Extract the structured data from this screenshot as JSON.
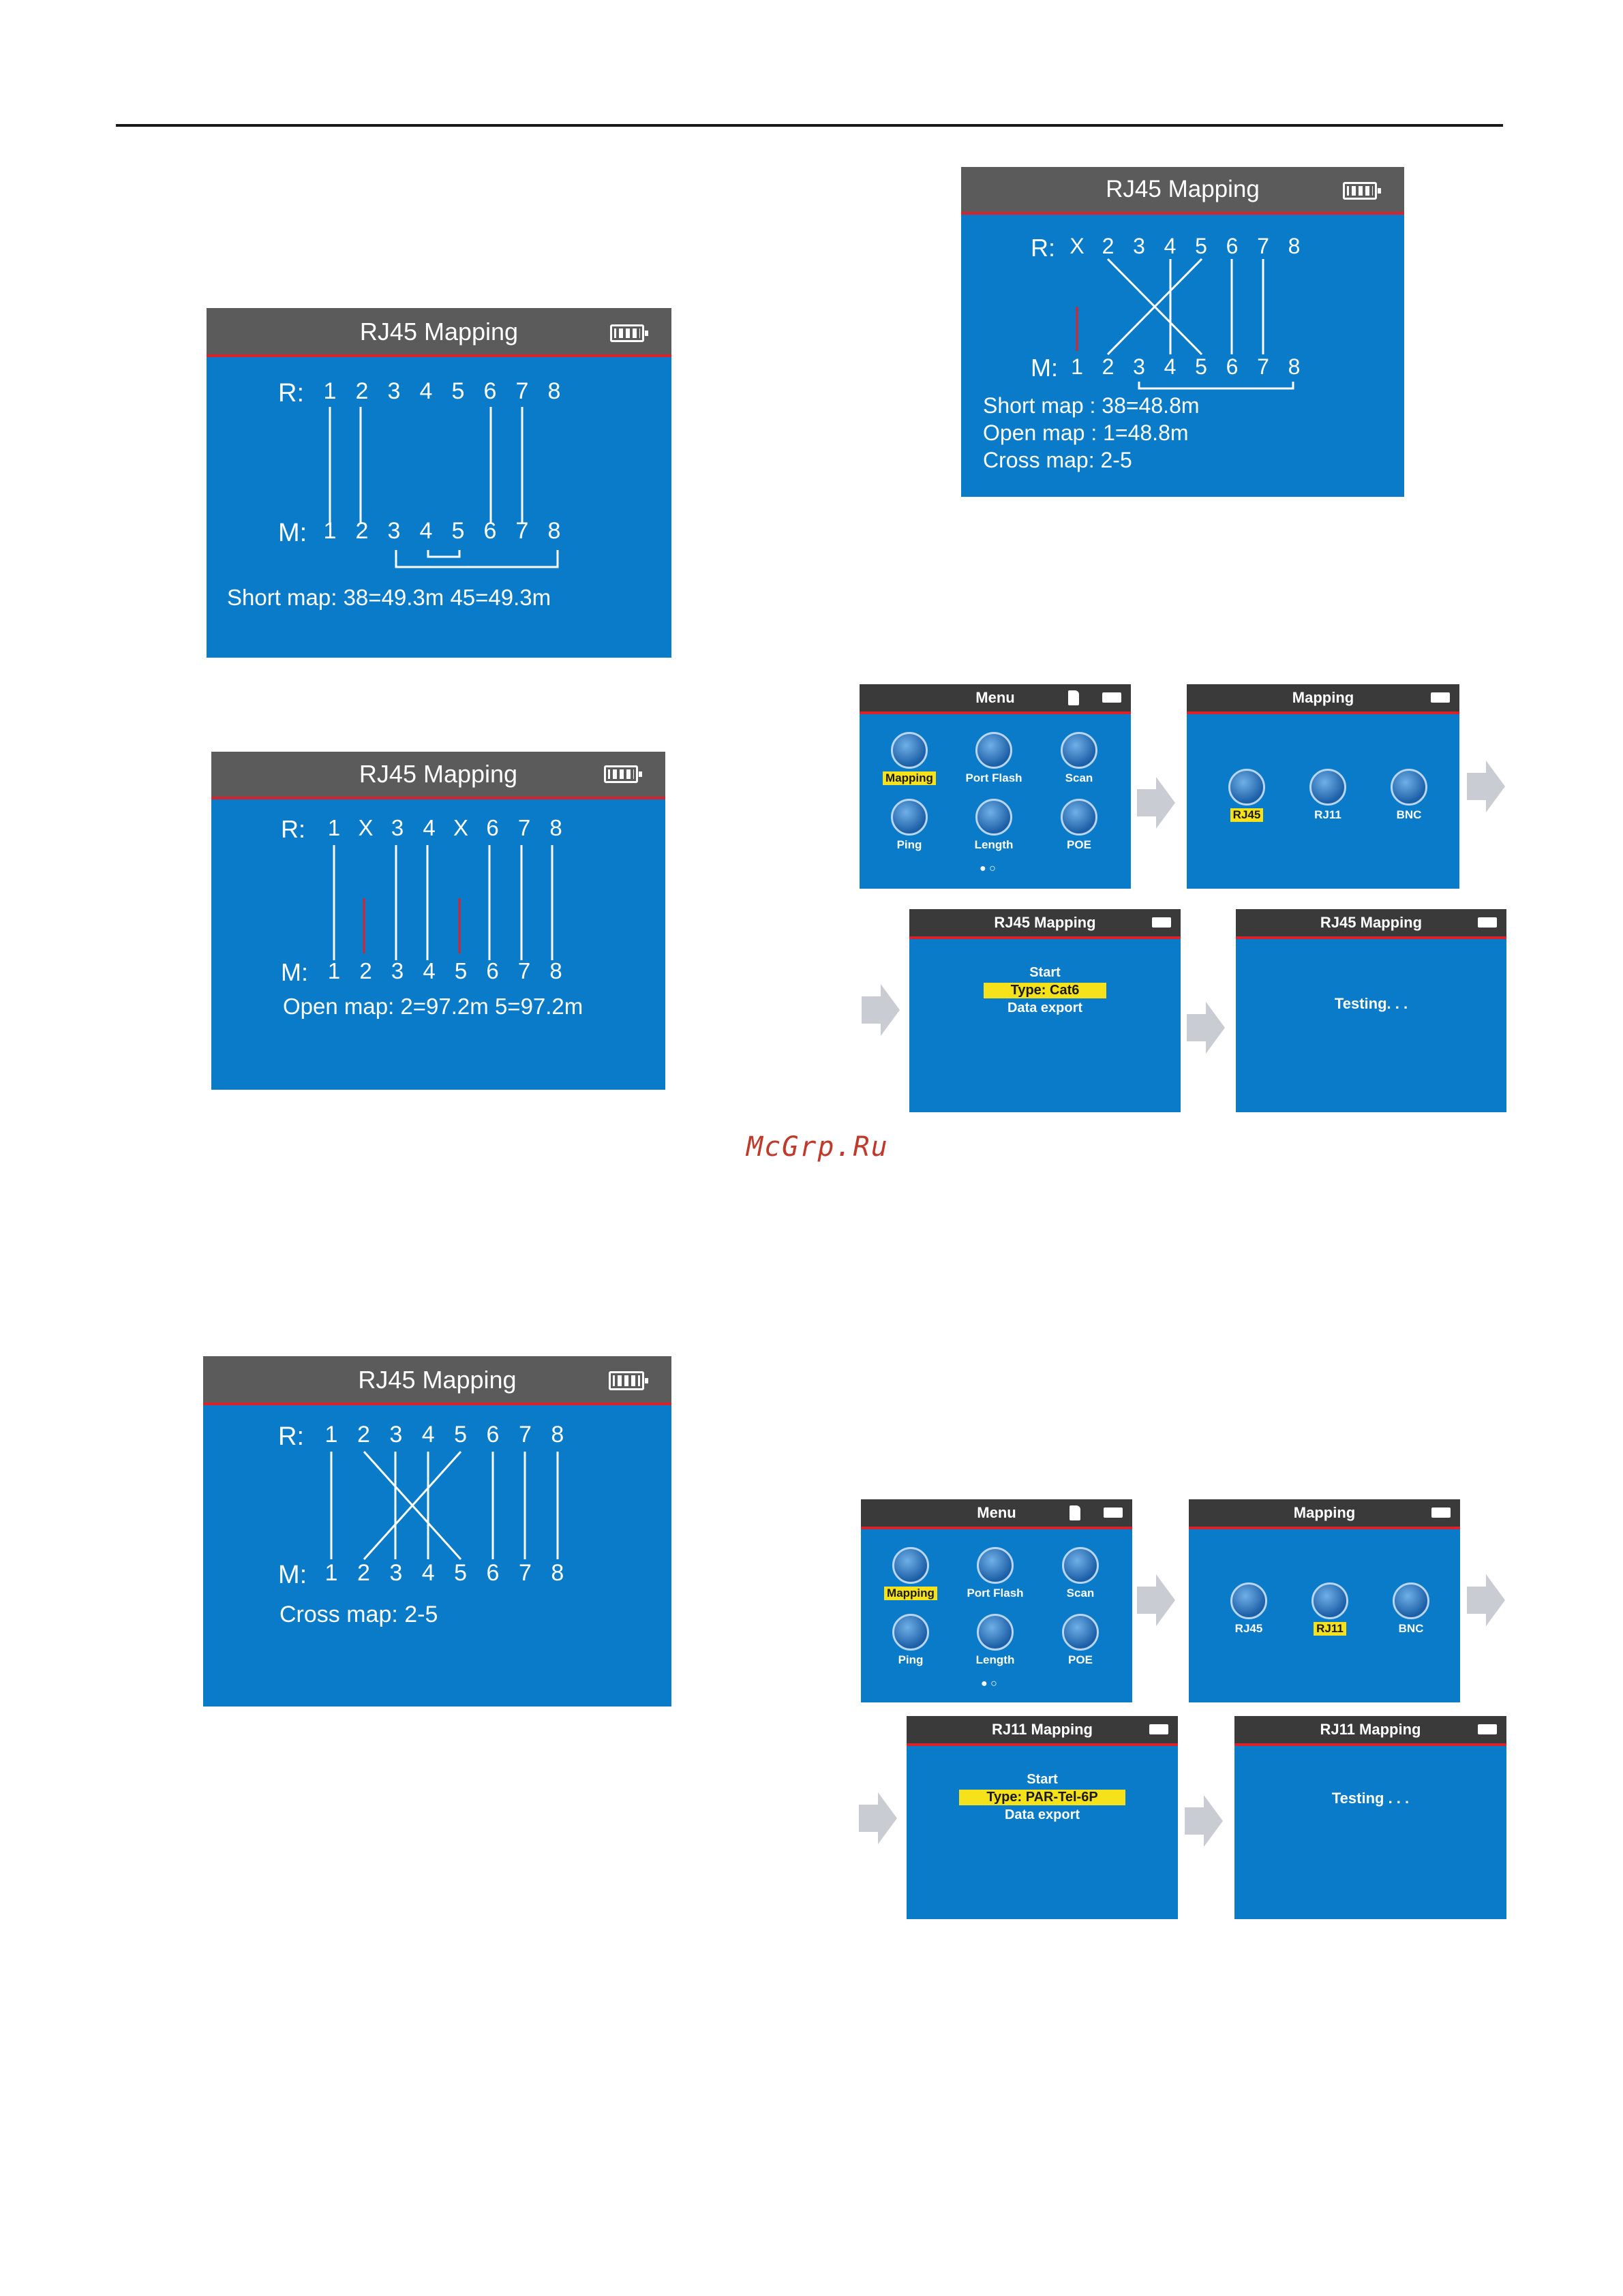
{
  "screens": {
    "s1": {
      "title": "RJ45   Mapping",
      "r_prefix": "R:",
      "m_prefix": "M:",
      "r": [
        "1",
        "2",
        "3",
        "4",
        "5",
        "6",
        "7",
        "8"
      ],
      "m": [
        "1",
        "2",
        "3",
        "4",
        "5",
        "6",
        "7",
        "8"
      ],
      "caption": "Short map: 38=49.3m  45=49.3m"
    },
    "s2": {
      "title": "RJ45   Mapping",
      "r_prefix": "R:",
      "m_prefix": "M:",
      "r": [
        "1",
        "X",
        "3",
        "4",
        "X",
        "6",
        "7",
        "8"
      ],
      "m": [
        "1",
        "2",
        "3",
        "4",
        "5",
        "6",
        "7",
        "8"
      ],
      "caption": "Open map: 2=97.2m  5=97.2m"
    },
    "s3": {
      "title": "RJ45   Mapping",
      "r_prefix": "R:",
      "m_prefix": "M:",
      "r": [
        "1",
        "2",
        "3",
        "4",
        "5",
        "6",
        "7",
        "8"
      ],
      "m": [
        "1",
        "2",
        "3",
        "4",
        "5",
        "6",
        "7",
        "8"
      ],
      "caption": "Cross map: 2-5"
    },
    "s4": {
      "title": "RJ45   Mapping",
      "r_prefix": "R:",
      "m_prefix": "M:",
      "r": [
        "X",
        "2",
        "3",
        "4",
        "5",
        "6",
        "7",
        "8"
      ],
      "m": [
        "1",
        "2",
        "3",
        "4",
        "5",
        "6",
        "7",
        "8"
      ],
      "captions": [
        "Short map : 38=48.8m",
        "Open map : 1=48.8m",
        "Cross map: 2-5"
      ]
    }
  },
  "flow_rj45": {
    "menu": {
      "title": "Menu",
      "icons": [
        {
          "label": "Mapping",
          "name": "mapping-icon",
          "selected": true
        },
        {
          "label": "Port Flash",
          "name": "port-flash-icon",
          "selected": false
        },
        {
          "label": "Scan",
          "name": "scan-icon",
          "selected": false
        },
        {
          "label": "Ping",
          "name": "ping-icon",
          "selected": false
        },
        {
          "label": "Length",
          "name": "length-icon",
          "selected": false
        },
        {
          "label": "POE",
          "name": "poe-icon",
          "selected": false
        }
      ],
      "page_dots": "● ○"
    },
    "mapping": {
      "title": "Mapping",
      "items": [
        {
          "label": "RJ45",
          "selected": true
        },
        {
          "label": "RJ11",
          "selected": false
        },
        {
          "label": "BNC",
          "selected": false
        }
      ]
    },
    "setup": {
      "title": "RJ45  Mapping",
      "lines": [
        {
          "text": "Start",
          "selected": false
        },
        {
          "text": "Type: Cat6",
          "selected": true
        },
        {
          "text": "Data export",
          "selected": false
        }
      ]
    },
    "testing": {
      "title": "RJ45  Mapping",
      "text": "Testing. . ."
    }
  },
  "flow_rj11": {
    "menu": {
      "title": "Menu",
      "icons": [
        {
          "label": "Mapping",
          "name": "mapping-icon",
          "selected": true
        },
        {
          "label": "Port Flash",
          "name": "port-flash-icon",
          "selected": false
        },
        {
          "label": "Scan",
          "name": "scan-icon",
          "selected": false
        },
        {
          "label": "Ping",
          "name": "ping-icon",
          "selected": false
        },
        {
          "label": "Length",
          "name": "length-icon",
          "selected": false
        },
        {
          "label": "POE",
          "name": "poe-icon",
          "selected": false
        }
      ],
      "page_dots": "● ○"
    },
    "mapping": {
      "title": "Mapping",
      "items": [
        {
          "label": "RJ45",
          "selected": false
        },
        {
          "label": "RJ11",
          "selected": true
        },
        {
          "label": "BNC",
          "selected": false
        }
      ]
    },
    "setup": {
      "title": "RJ11  Mapping",
      "lines": [
        {
          "text": "Start",
          "selected": false
        },
        {
          "text": "Type: PAR-Tel-6P",
          "selected": true
        },
        {
          "text": "Data export",
          "selected": false
        }
      ]
    },
    "testing": {
      "title": "RJ11  Mapping",
      "text": "Testing . . ."
    }
  },
  "watermark": "McGrp.Ru"
}
